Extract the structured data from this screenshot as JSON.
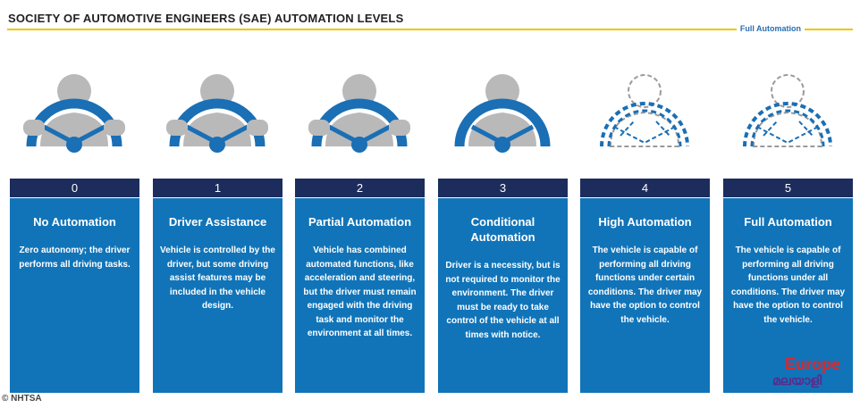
{
  "title": "SOCIETY OF AUTOMOTIVE ENGINEERS (SAE) AUTOMATION LEVELS",
  "full_automation_marker": "Full Automation",
  "levels": [
    {
      "number": "0",
      "name": "No Automation",
      "description": "Zero autonomy; the driver performs all driving tasks.",
      "driver": "solid"
    },
    {
      "number": "1",
      "name": "Driver Assistance",
      "description": "Vehicle is controlled by the driver, but some driving assist features may be included in the vehicle design.",
      "driver": "solid"
    },
    {
      "number": "2",
      "name": "Partial Automation",
      "description": "Vehicle has combined automated functions, like acceleration and steering, but the driver must remain engaged with the driving task and monitor the environment at all times.",
      "driver": "solid"
    },
    {
      "number": "3",
      "name": "Conditional Automation",
      "description": "Driver is a necessity, but is not required to monitor the environment. The driver must be ready to take control of the vehicle at all times with notice.",
      "driver": "solid-no-hands"
    },
    {
      "number": "4",
      "name": "High Automation",
      "description": "The vehicle is capable of performing all driving functions under certain conditions. The driver may have the option to control the vehicle.",
      "driver": "dashed"
    },
    {
      "number": "5",
      "name": "Full Automation",
      "description": "The vehicle is capable of performing all driving functions under all conditions. The driver may have the option to control the vehicle.",
      "driver": "dashed"
    }
  ],
  "credit": "© NHTSA",
  "watermark": {
    "line1": "Europe",
    "line2": "മലയാളി"
  },
  "colors": {
    "card": "#1174b8",
    "number_bar": "#1c2c5c",
    "rule": "#f2c200",
    "person": "#b9b9b9",
    "wheel": "#1a6fb5"
  }
}
